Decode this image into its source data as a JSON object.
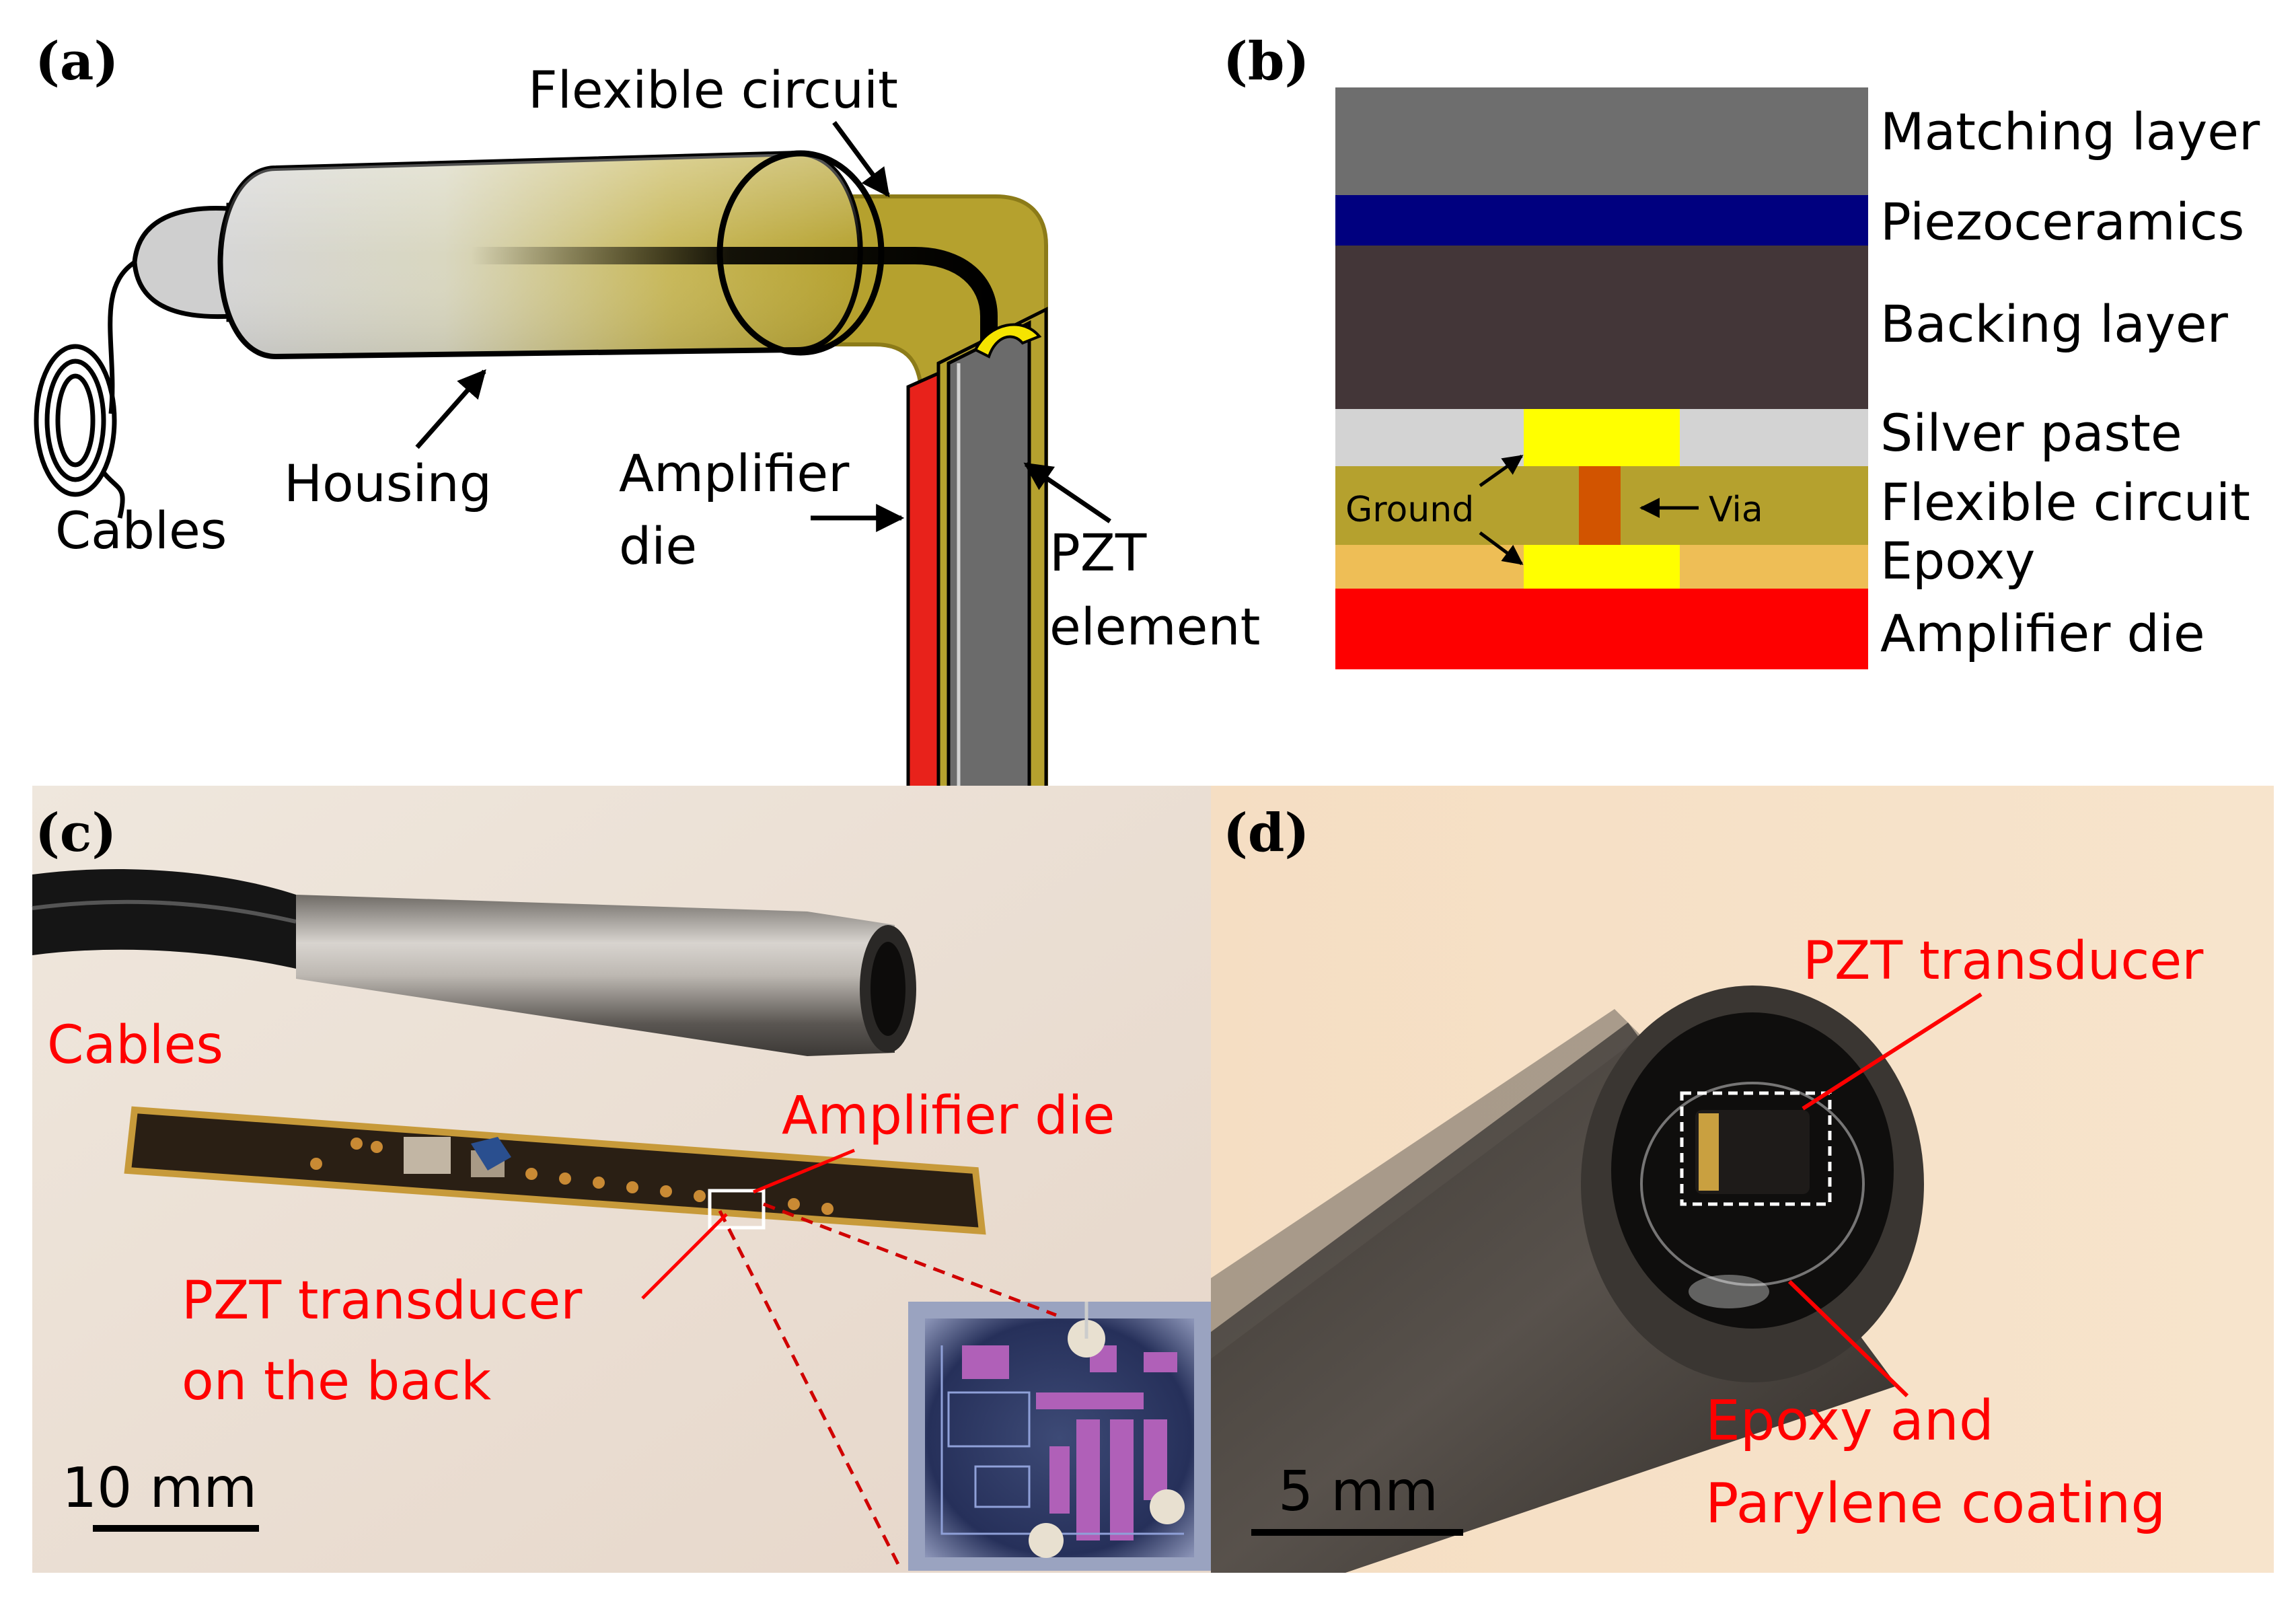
{
  "panel_a": {
    "tag": "(a)",
    "labels": {
      "flexible_circuit": "Flexible circuit",
      "housing": "Housing",
      "cables": "Cables",
      "amplifier": "Amplifier",
      "die": "die",
      "pzt": "PZT",
      "element": "element"
    },
    "colors": {
      "flex": "#b5a12e",
      "flex_edge": "#8c7b18",
      "housing": "#cfcfcf",
      "amplifier": "#e8221b",
      "pzt": "#6b6b6b",
      "bond": "#f5e400"
    }
  },
  "panel_b": {
    "tag": "(b)",
    "layers": [
      {
        "label": "Matching layer",
        "color": "#6e6e6e"
      },
      {
        "label": "Piezoceramics",
        "color": "#00007f"
      },
      {
        "label": "Backing layer",
        "color": "#433638"
      },
      {
        "label": "Silver paste",
        "color": "#d3d3d3"
      },
      {
        "label": "Flexible circuit",
        "color": "#b5a12e"
      },
      {
        "label": "Epoxy",
        "color": "#eebe56"
      },
      {
        "label": "Amplifier die",
        "color": "#fe0000"
      }
    ],
    "ground_label": "Ground",
    "via_label": "Via",
    "colors": {
      "pad": "#ffff00",
      "via": "#d25400"
    }
  },
  "panel_c": {
    "tag": "(c)",
    "labels": {
      "cables": "Cables",
      "amplifier_die": "Amplifier die",
      "pzt_line1": "PZT transducer",
      "pzt_line2": "on the back"
    },
    "scale": "10 mm",
    "colors": {
      "annotation": "#ff0000"
    }
  },
  "panel_d": {
    "tag": "(d)",
    "labels": {
      "pzt_transducer": "PZT transducer",
      "epoxy_line1": "Epoxy and",
      "epoxy_line2": "Parylene coating"
    },
    "scale": "5 mm",
    "colors": {
      "annotation": "#ff0000"
    }
  }
}
